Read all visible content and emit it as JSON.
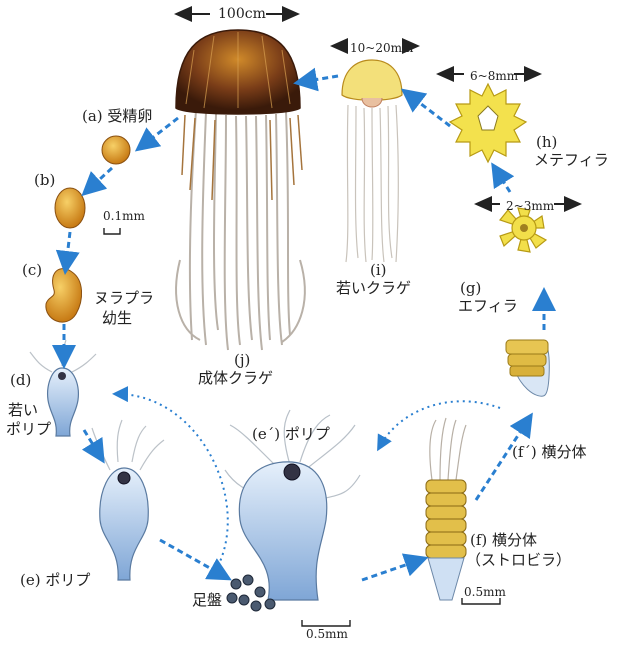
{
  "sizes": {
    "adult": "100cm",
    "young": "10~20mm",
    "metephyra": "6~8mm",
    "ephyra": "2~3mm"
  },
  "scales": {
    "egg": "0.1mm",
    "polyp": "0.5mm",
    "strobila": "0.5mm"
  },
  "stages": {
    "a": "(a) 受精卵",
    "b": "(b)",
    "c": "(c)",
    "c_name_line1": "ヌラプラ",
    "c_name_line2": "幼生",
    "d": "(d)",
    "d_name_line1": "若い",
    "d_name_line2": "ポリプ",
    "e": "(e) ポリプ",
    "e_prime": "(e´) ポリプ",
    "foot": "足盤",
    "f": "(f) 横分体",
    "f_sub": "（ストロビラ）",
    "f_prime": "(f´) 横分体",
    "g": "(g)",
    "g_name": "エフィラ",
    "h": "(h)",
    "h_name": "メテフィラ",
    "i": "(i)",
    "i_name": "若いクラゲ",
    "j": "(j)",
    "j_name": "成体クラゲ"
  },
  "colors": {
    "arrow": "#2a7fd0",
    "bell": "#8a4a1a",
    "ephyra": "#f2df4a",
    "polyp": "#a9c9ea",
    "egg": "#e0a32a"
  }
}
